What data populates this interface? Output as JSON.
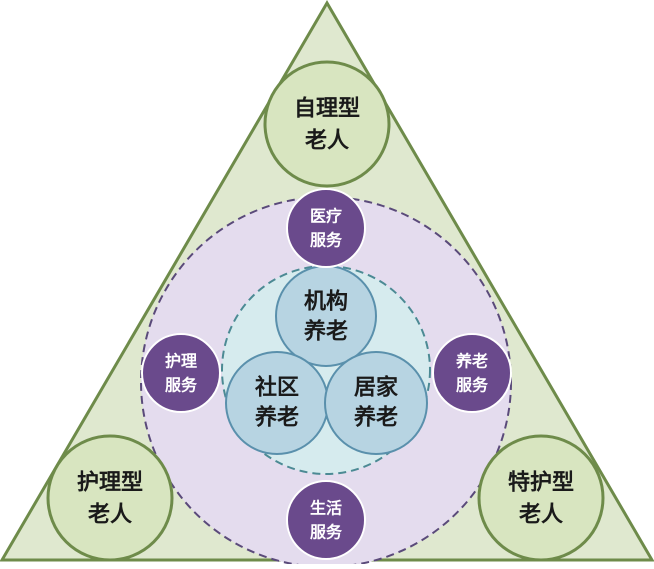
{
  "elder_types": {
    "top": {
      "line1": "自理型",
      "line2": "老人"
    },
    "left": {
      "line1": "护理型",
      "line2": "老人"
    },
    "right": {
      "line1": "特护型",
      "line2": "老人"
    }
  },
  "services": {
    "top": {
      "line1": "医疗",
      "line2": "服务"
    },
    "left": {
      "line1": "护理",
      "line2": "服务"
    },
    "right": {
      "line1": "养老",
      "line2": "服务"
    },
    "bottom": {
      "line1": "生活",
      "line2": "服务"
    }
  },
  "care_modes": {
    "institution": {
      "line1": "机构",
      "line2": "养老"
    },
    "community": {
      "line1": "社区",
      "line2": "养老"
    },
    "home": {
      "line1": "居家",
      "line2": "养老"
    }
  },
  "colors": {
    "triangle_fill": "#dfe8cf",
    "triangle_stroke": "#6e8b4a",
    "elder_fill": "#d8e5c0",
    "elder_stroke": "#6e8b4a",
    "outer_ring_fill": "#e4dcee",
    "outer_ring_stroke": "#5a4a7a",
    "inner_ring_fill": "#d6ebee",
    "inner_ring_stroke": "#4c8a94",
    "core_fill": "#b7d4e2",
    "core_stroke": "#5a90ac",
    "service_fill": "#6a4a8c",
    "service_stroke": "#ffffff"
  }
}
